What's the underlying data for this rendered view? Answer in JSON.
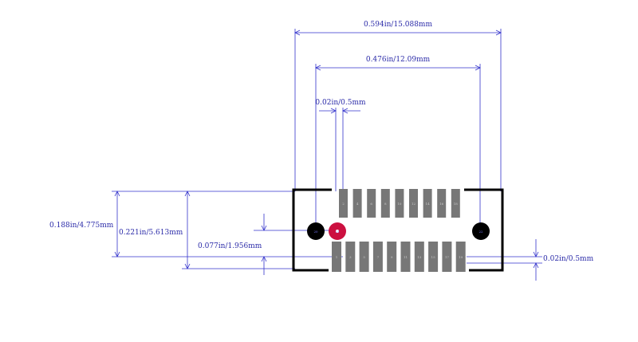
{
  "dimensions": {
    "overall_width": "0.594in/15.088mm",
    "hole_spacing": "0.476in/12.09mm",
    "pitch": "0.02in/0.5mm",
    "height_outer": "0.188in/4.775mm",
    "height_total": "0.221in/5.613mm",
    "row_offset": "0.077in/1.956mm",
    "pad_width": "0.02in/0.5mm"
  },
  "top_row_pads": [
    "2",
    "4",
    "6",
    "8",
    "10",
    "12",
    "14",
    "16",
    "18"
  ],
  "bottom_row_pads": [
    "1",
    "3",
    "5",
    "7",
    "9",
    "11",
    "13",
    "15",
    "17",
    "19"
  ],
  "holes": {
    "left": "20",
    "center": "21",
    "right": "22"
  },
  "colors": {
    "dimension_line": "#3333cc",
    "dimension_text": "#2a2aa8",
    "pad": "#777777",
    "outline": "#000000",
    "hole": "#000000",
    "center_hole": "#cc1040",
    "hole_label": "#7a7aff"
  }
}
